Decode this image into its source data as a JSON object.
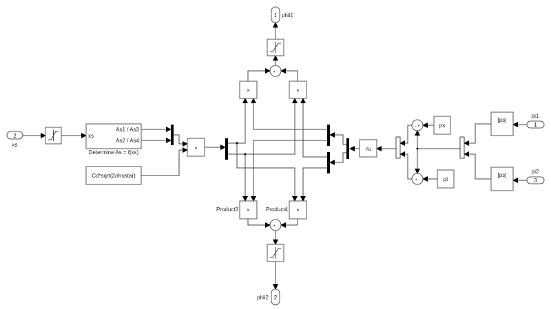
{
  "ports": {
    "xs": {
      "number": "2",
      "name": "xs"
    },
    "phii1": {
      "number": "1",
      "name": "phii1"
    },
    "phii2": {
      "number": "2",
      "name": "phii2"
    },
    "pi1": {
      "number": "1",
      "name": "pi1"
    },
    "pi2": {
      "number": "3",
      "name": "pi2"
    }
  },
  "blocks": {
    "determine": {
      "input": "xs",
      "out1": "As1 / As3",
      "out2": "As2 / As4",
      "caption": "Determine As = f(xs)"
    },
    "constant_cd": "Cd*sqrt(2/rhostar)",
    "product_symbol": "×",
    "product3": "Product3",
    "product4": "Product4",
    "sqrt": "√u",
    "ps_const": "ps",
    "pt_const": "pt",
    "from1": "[ps]",
    "from2": "[ps]",
    "sum_top_signs": "+ -",
    "sum_bottom_signs": "+ -",
    "sum_ps_signs": "- +",
    "sum_pt_signs": "+ -"
  }
}
